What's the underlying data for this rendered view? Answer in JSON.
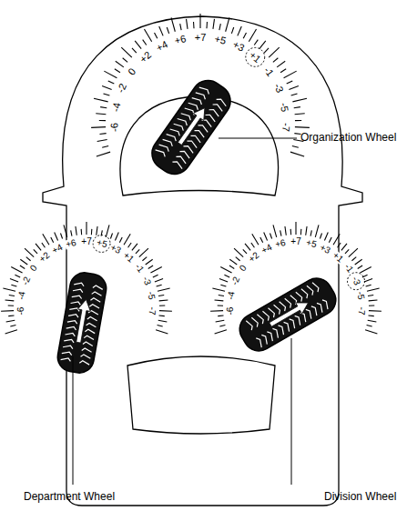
{
  "diagram": {
    "labels": [
      "-6",
      "-4",
      "-2",
      "0",
      "+2",
      "+4",
      "+6",
      "+7",
      "+5",
      "+3",
      "+1",
      "-1",
      "-3",
      "-5",
      "-7",
      "Organization Wheel",
      "-6",
      "-4",
      "-2",
      "0",
      "+2",
      "+4",
      "+6",
      "+7",
      "+5",
      "+3",
      "+1",
      "-1",
      "-3",
      "-5",
      "-7",
      "-6",
      "-4",
      "-2",
      "0",
      "+2",
      "+4",
      "+6",
      "+7",
      "+5",
      "+3",
      "+1",
      "-1",
      "-3",
      "-5",
      "-7",
      "Department Wheel",
      "Division Wheel"
    ]
  }
}
